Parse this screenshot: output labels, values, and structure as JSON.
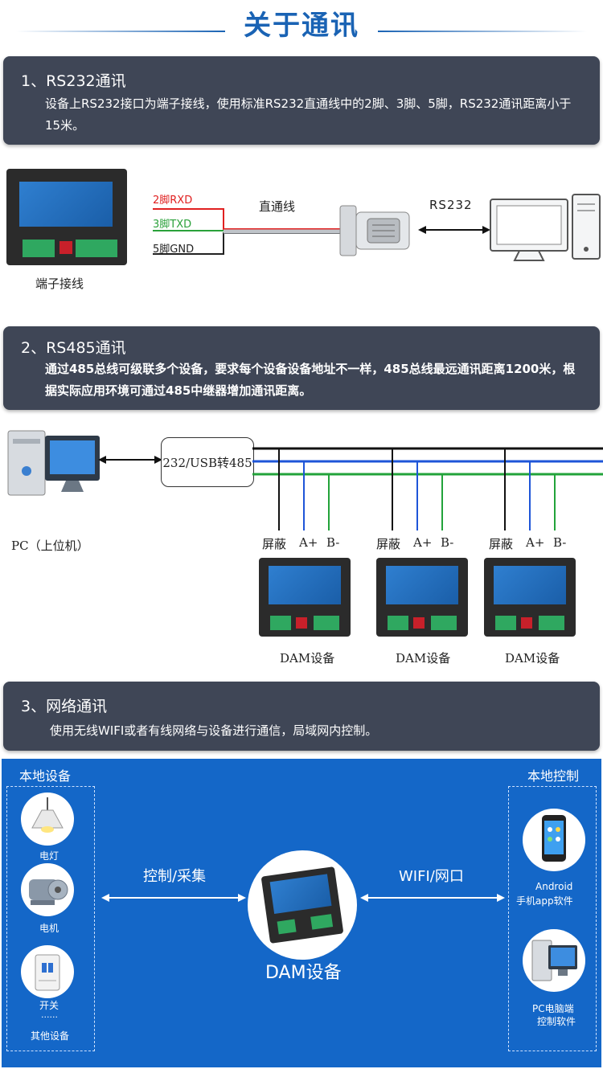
{
  "header": {
    "title": "关于通讯"
  },
  "section1": {
    "heading": "1、RS232通讯",
    "desc": "设备上RS232接口为端子接线，使用标准RS232直通线中的2脚、3脚、5脚，RS232通讯距离小于15米。",
    "pin_rxd": "2脚RXD",
    "pin_txd": "3脚TXD",
    "pin_gnd": "5脚GND",
    "cable_label": "直通线",
    "link_label": "RS232",
    "device_caption": "端子接线",
    "wire_colors": {
      "rxd": "#e02020",
      "txd": "#2aa13a",
      "gnd": "#222222"
    }
  },
  "section2": {
    "heading": "2、RS485通讯",
    "desc": "通过485总线可级联多个设备，要求每个设备设备地址不一样，485总线最远通讯距离1200米，根据实际应用环境可通过485中继器增加通讯距离。",
    "converter": "232/USB转485",
    "pc_label": "PC（上位机）",
    "bus_colors": {
      "shield": "#111111",
      "a": "#1e55d8",
      "b": "#22a33a"
    },
    "devices": [
      {
        "shield": "屏蔽",
        "a": "A+",
        "b": "B-",
        "name": "DAM设备"
      },
      {
        "shield": "屏蔽",
        "a": "A+",
        "b": "B-",
        "name": "DAM设备"
      },
      {
        "shield": "屏蔽",
        "a": "A+",
        "b": "B-",
        "name": "DAM设备"
      }
    ]
  },
  "section3": {
    "heading": "3、网络通讯",
    "desc": "使用无线WIFI或者有线网络与设备进行通信，局域网内控制。",
    "local_devices_title": "本地设备",
    "local_control_title": "本地控制",
    "left_items": [
      "电灯",
      "电机",
      "开关",
      "其他设备"
    ],
    "left_dots": "......",
    "left_arrow": "控制/采集",
    "right_arrow": "WIFI/网口",
    "center": "DAM设备",
    "right_items": [
      {
        "line1": "Android",
        "line2": "手机app软件"
      },
      {
        "line1": "PC电脑端",
        "line2": "控制软件"
      }
    ],
    "bg_color": "#1467c8"
  }
}
